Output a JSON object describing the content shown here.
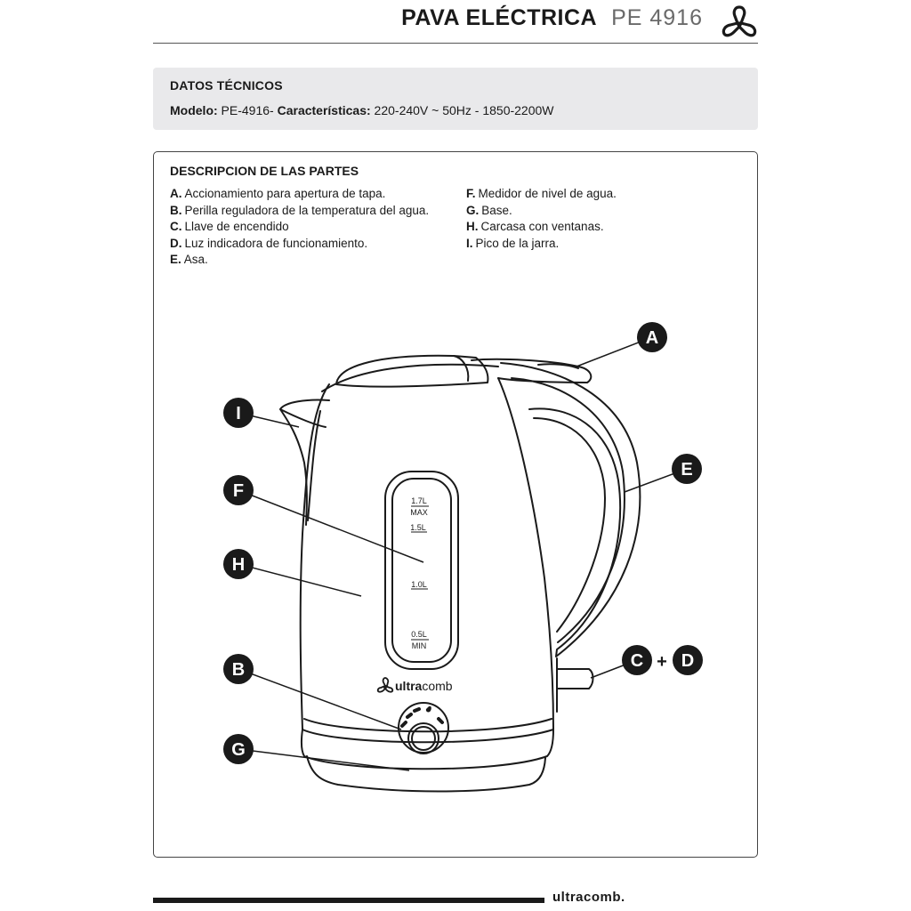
{
  "header": {
    "title": "PAVA ELÉCTRICA",
    "model": "PE 4916",
    "logo_icon": "ultracomb-logo-icon"
  },
  "tech": {
    "title": "DATOS TÉCNICOS",
    "model_label": "Modelo:",
    "model_value": " PE-4916- ",
    "features_label": "Características:",
    "features_value": " 220-240V ~ 50Hz  -  1850-2200W"
  },
  "parts": {
    "title": "DESCRIPCION DE LAS PARTES",
    "left": [
      {
        "key": "A.",
        "text": "Accionamiento para apertura de tapa."
      },
      {
        "key": "B.",
        "text": "Perilla reguladora de la temperatura del agua."
      },
      {
        "key": "C.",
        "text": "Llave de encendido"
      },
      {
        "key": "D.",
        "text": "Luz indicadora de funcionamiento."
      },
      {
        "key": "E.",
        "text": "Asa."
      }
    ],
    "right": [
      {
        "key": "F.",
        "text": "Medidor de nivel de agua."
      },
      {
        "key": "G.",
        "text": "Base."
      },
      {
        "key": "H.",
        "text": "Carcasa con ventanas."
      },
      {
        "key": "I.",
        "text": "Pico de la jarra."
      }
    ]
  },
  "illustration": {
    "callouts": {
      "A": "A",
      "B": "B",
      "C": "C",
      "D": "D",
      "E": "E",
      "F": "F",
      "G": "G",
      "H": "H",
      "I": "I",
      "plus": "+"
    },
    "levels": {
      "max_top": "1.7L",
      "max_bottom": "MAX",
      "l15": "1.5L",
      "l10": "1.0L",
      "min_top": "0.5L",
      "min_bottom": "MIN"
    },
    "brand_bold": "ultra",
    "brand_rest": "comb"
  },
  "footer": {
    "brand": "ultracomb."
  },
  "colors": {
    "ink": "#1a1a1a",
    "panel": "#e9e9eb",
    "model_gray": "#6a6a6a"
  }
}
